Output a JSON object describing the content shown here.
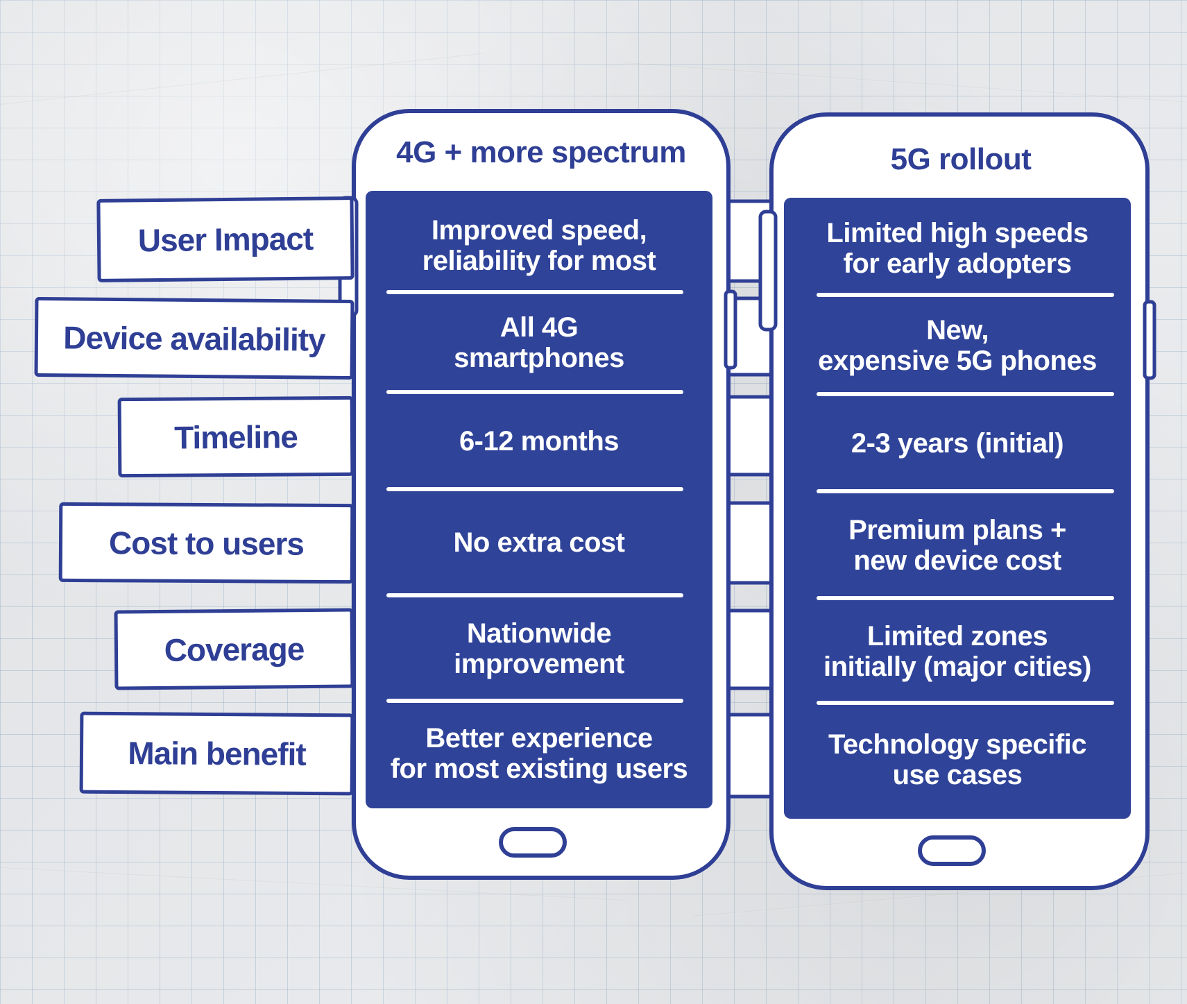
{
  "colors": {
    "ink": "#2f3f95",
    "screen": "#2f4399",
    "paper": "#e9ebee",
    "grid": "#8ca5c3"
  },
  "rows": [
    "User Impact",
    "Device availability",
    "Timeline",
    "Cost to users",
    "Coverage",
    "Main benefit"
  ],
  "phones": [
    {
      "title": "4G + more spectrum",
      "cells": [
        "Improved speed,\nreliability for most",
        "All 4G\nsmartphones",
        "6-12 months",
        "No extra cost",
        "Nationwide\nimprovement",
        "Better experience\nfor most existing users"
      ]
    },
    {
      "title": "5G rollout",
      "cells": [
        "Limited high speeds\nfor early adopters",
        "New,\nexpensive 5G phones",
        "2-3 years (initial)",
        "Premium plans +\nnew device cost",
        "Limited zones\ninitially (major cities)",
        "Technology specific\nuse cases"
      ]
    }
  ]
}
